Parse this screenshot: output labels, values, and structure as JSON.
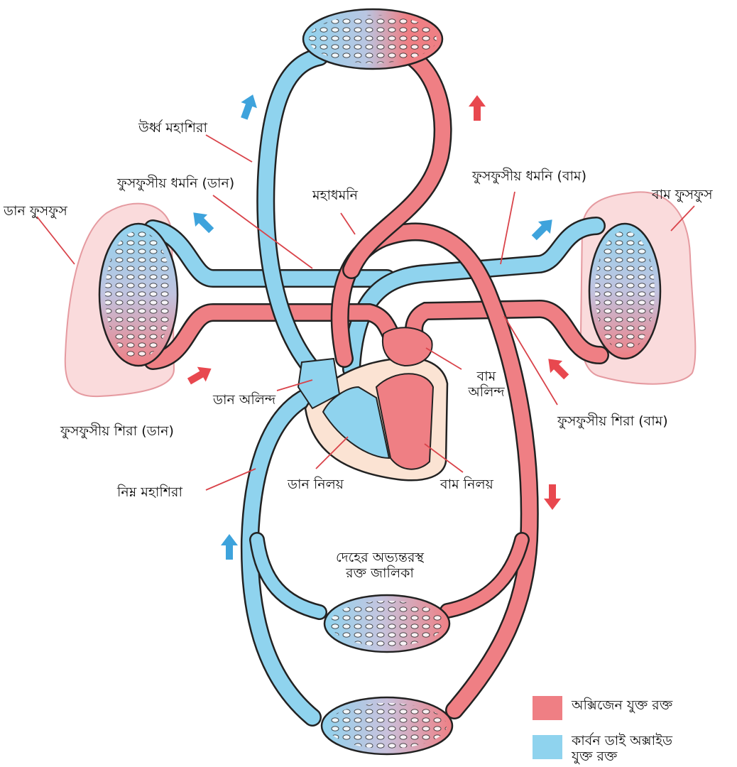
{
  "labels": {
    "superior_vena_cava": "উর্ধ্ব মহাশিরা",
    "pulmonary_artery_right": "ফুসফুসীয় ধমনি (ডান)",
    "right_lung": "ডান ফুসফুস",
    "aorta": "মহাধমনি",
    "pulmonary_artery_left": "ফুসফুসীয় ধমনি (বাম)",
    "left_lung": "বাম ফুসফুস",
    "left_atrium_line1": "বাম",
    "left_atrium_line2": "অলিন্দ",
    "right_atrium": "ডান অলিন্দ",
    "pulmonary_vein_right": "ফুসফুসীয় শিরা (ডান)",
    "pulmonary_vein_left": "ফুসফুসীয় শিরা (বাম)",
    "inferior_vena_cava": "নিম্ন মহাশিরা",
    "right_ventricle": "ডান নিলয়",
    "left_ventricle": "বাম নিলয়",
    "body_network_line1": "দেহের অভ্যন্তরস্থ",
    "body_network_line2": "রক্ত জালিকা"
  },
  "legend": {
    "oxygenated_label": "অক্সিজেন যুক্ত রক্ত",
    "deoxygenated_label_line1": "কার্বন ডাই অক্সাইড",
    "deoxygenated_label_line2": "যুক্ত রক্ত",
    "oxygenated_color": "#ef7f84",
    "deoxygenated_color": "#8fd3ee"
  },
  "colors": {
    "oxygenated": "#ef7f84",
    "deoxygenated": "#8fd3ee",
    "arrow_red": "#e8484f",
    "arrow_blue": "#3ea3dc",
    "lung_fill": "#fadbdc",
    "lung_stroke": "#e59aa0",
    "heart_wall": "#fbe3d3",
    "leader_line": "#d9434a"
  }
}
